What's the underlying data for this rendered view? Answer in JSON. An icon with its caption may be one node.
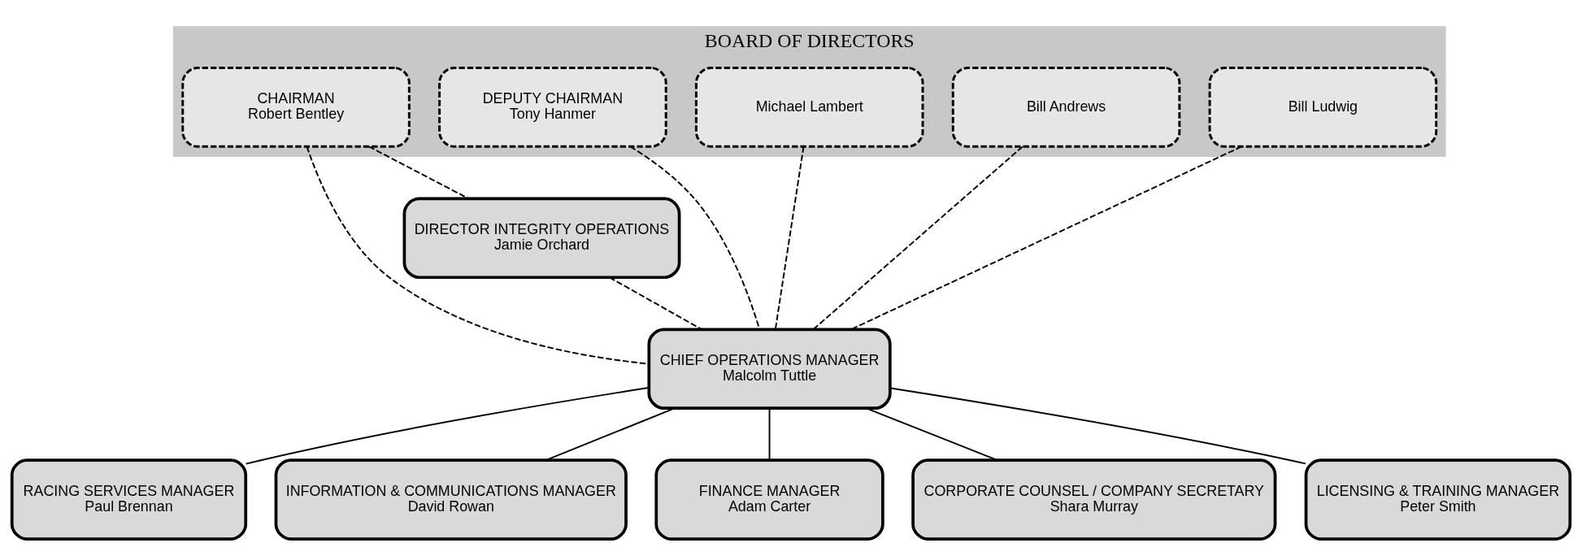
{
  "diagram": {
    "nodes": [
      {
        "text": [
          "BOARD OF DIRECTORS"
        ]
      },
      {
        "text": [
          "CHAIRMAN",
          "Robert Bentley"
        ],
        "in": 0
      },
      {
        "text": [
          "DEPUTY CHAIRMAN",
          "Tony Hanmer"
        ],
        "in": 0
      },
      {
        "text": [
          "Michael Lambert"
        ],
        "in": 0
      },
      {
        "text": [
          "Bill Andrews"
        ],
        "in": 0
      },
      {
        "text": [
          "Bill Ludwig"
        ],
        "in": 0
      },
      {
        "text": [
          "CHIEF OPERATIONS MANAGER",
          "Malcolm Tuttle"
        ]
      },
      {
        "text": [
          "DIRECTOR INTEGRITY OPERATIONS",
          "Jamie Orchard"
        ]
      },
      {
        "text": [
          "RACING SERVICES MANAGER",
          "Paul Brennan"
        ]
      },
      {
        "text": [
          "INFORMATION & COMMUNICATIONS MANAGER",
          "David Rowan"
        ]
      },
      {
        "text": [
          "FINANCE MANAGER",
          "Adam Carter"
        ]
      },
      {
        "text": [
          "CORPORATE COUNSEL / COMPANY SECRETARY",
          "Shara Murray"
        ]
      },
      {
        "text": [
          "LICENSING & TRAINING MANAGER",
          "Peter Smith"
        ]
      }
    ],
    "edges": [
      {
        "from": 1,
        "to": 6,
        "arrow": "none",
        "style": "dashed"
      },
      {
        "from": 2,
        "to": 6,
        "arrow": "none",
        "style": "dashed"
      },
      {
        "from": 3,
        "to": 6,
        "arrow": "none",
        "style": "dashed"
      },
      {
        "from": 4,
        "to": 6,
        "arrow": "none",
        "style": "dashed"
      },
      {
        "from": 5,
        "to": 6,
        "arrow": "none",
        "style": "dashed"
      },
      {
        "from": 1,
        "to": 7,
        "arrow": "none",
        "style": "dashed"
      },
      {
        "from": 7,
        "to": 6,
        "arrow": "none",
        "style": "dashed"
      },
      {
        "from": 6,
        "to": 8,
        "arrow": "none"
      },
      {
        "from": 6,
        "to": 9,
        "arrow": "none"
      },
      {
        "from": 6,
        "to": 10,
        "arrow": "none"
      },
      {
        "from": 6,
        "to": 11,
        "arrow": "none"
      },
      {
        "from": 6,
        "to": 12,
        "arrow": "none"
      }
    ]
  }
}
